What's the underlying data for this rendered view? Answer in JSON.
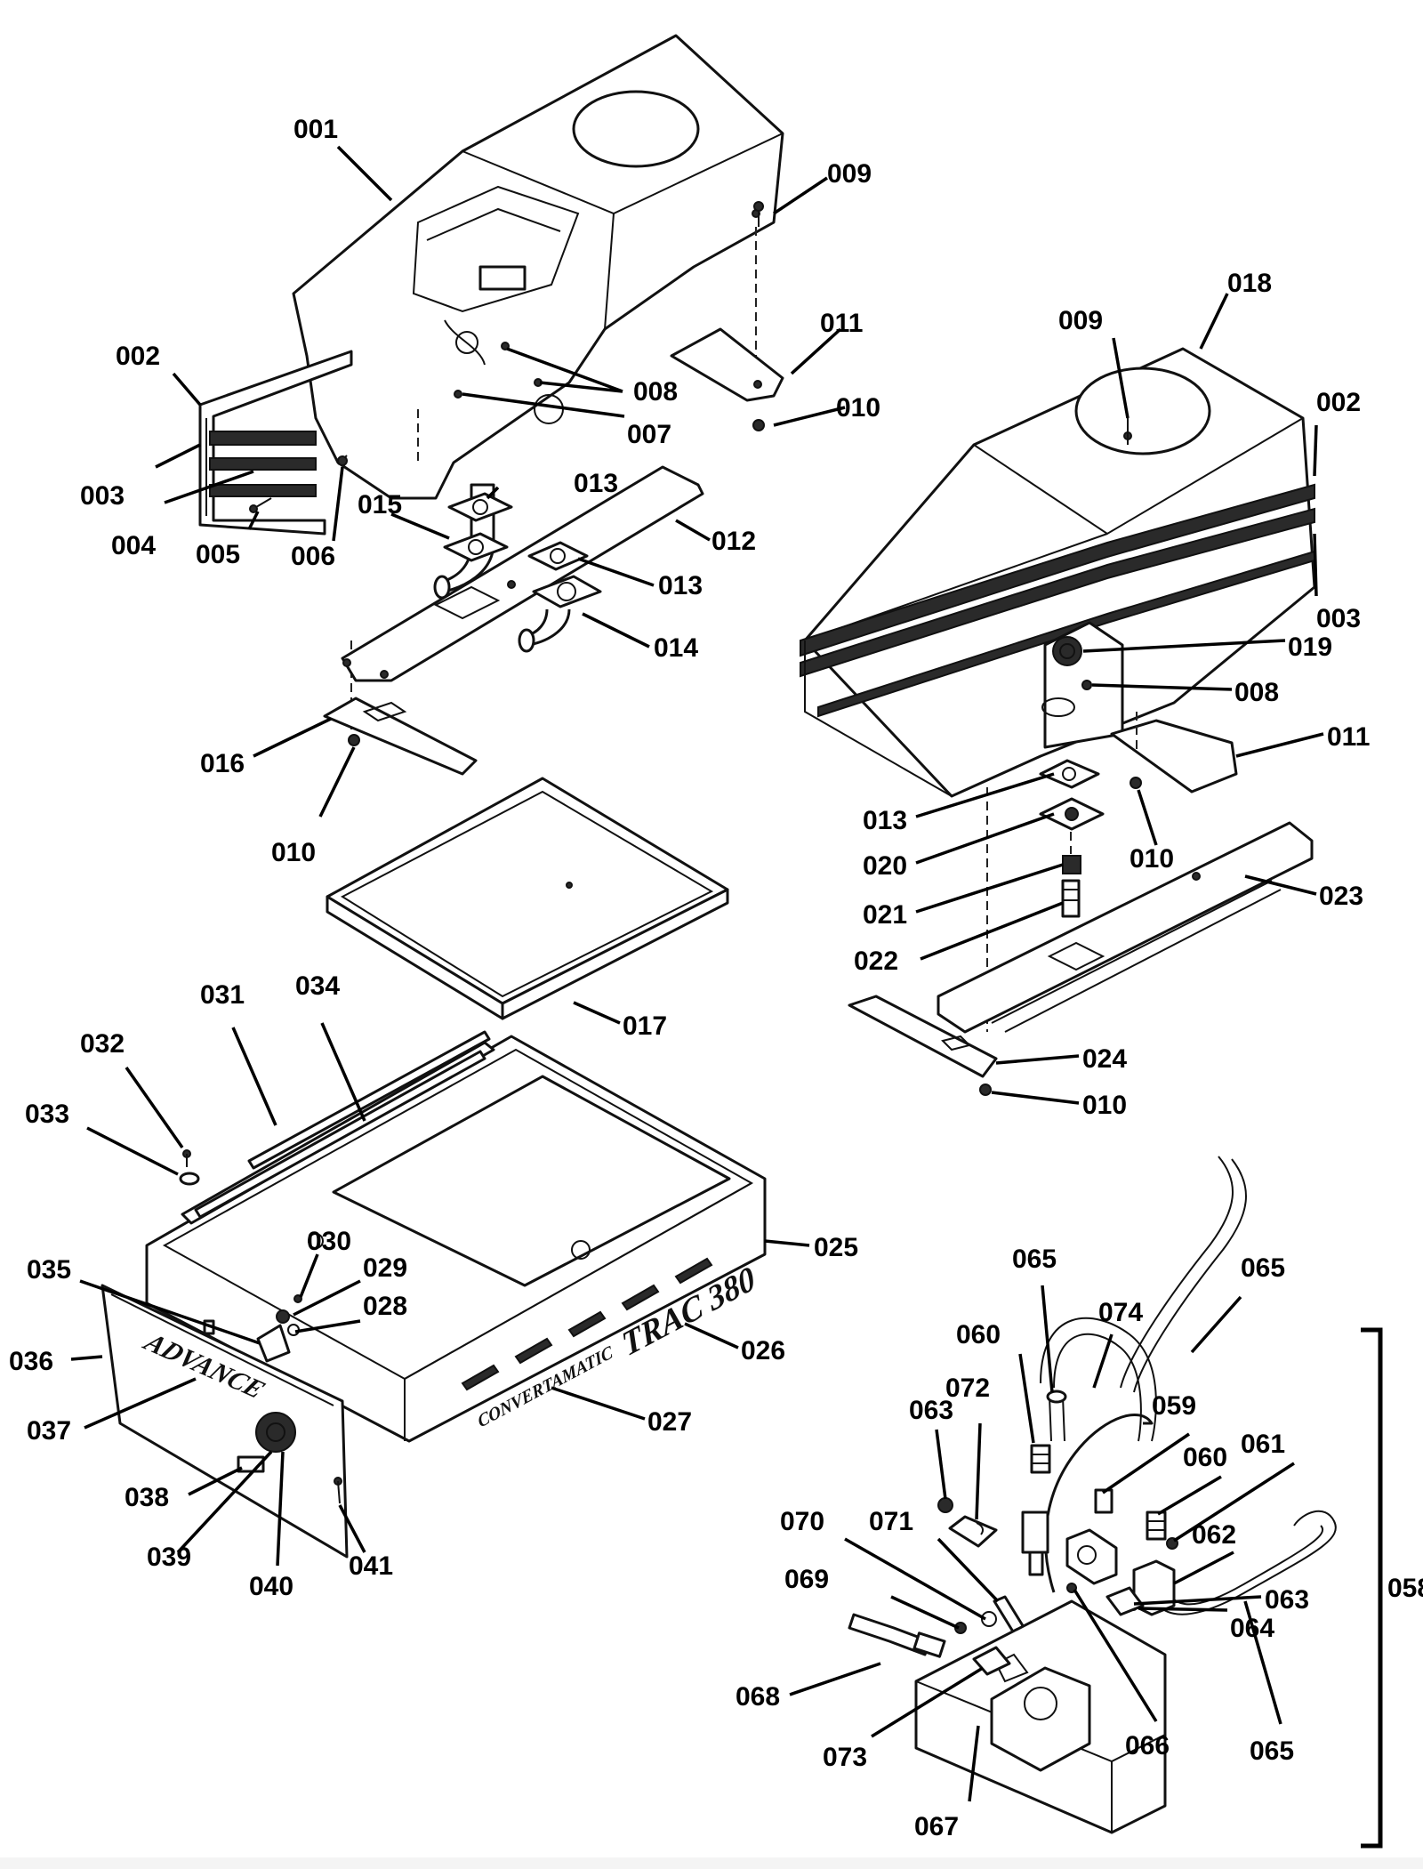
{
  "diagram": {
    "bracket_label": "058",
    "brand_marks": [
      {
        "text": "ADVANCE",
        "role": "front-panel-logo"
      },
      {
        "text": "CONVERTAMATIC",
        "role": "side-decal"
      },
      {
        "text": "TRAC 380",
        "role": "model-decal"
      }
    ],
    "callouts": [
      {
        "id": "c001",
        "label": "001"
      },
      {
        "id": "c002a",
        "label": "002"
      },
      {
        "id": "c003a",
        "label": "003"
      },
      {
        "id": "c004",
        "label": "004"
      },
      {
        "id": "c005",
        "label": "005"
      },
      {
        "id": "c006",
        "label": "006"
      },
      {
        "id": "c007",
        "label": "007"
      },
      {
        "id": "c008a",
        "label": "008"
      },
      {
        "id": "c009a",
        "label": "009"
      },
      {
        "id": "c010a",
        "label": "010"
      },
      {
        "id": "c011a",
        "label": "011"
      },
      {
        "id": "c012",
        "label": "012"
      },
      {
        "id": "c013a",
        "label": "013"
      },
      {
        "id": "c013b",
        "label": "013"
      },
      {
        "id": "c014",
        "label": "014"
      },
      {
        "id": "c015",
        "label": "015"
      },
      {
        "id": "c016",
        "label": "016"
      },
      {
        "id": "c010b",
        "label": "010"
      },
      {
        "id": "c017",
        "label": "017"
      },
      {
        "id": "c009b",
        "label": "009"
      },
      {
        "id": "c018",
        "label": "018"
      },
      {
        "id": "c002b",
        "label": "002"
      },
      {
        "id": "c003b",
        "label": "003"
      },
      {
        "id": "c019",
        "label": "019"
      },
      {
        "id": "c008b",
        "label": "008"
      },
      {
        "id": "c011b",
        "label": "011"
      },
      {
        "id": "c013c",
        "label": "013"
      },
      {
        "id": "c010c",
        "label": "010"
      },
      {
        "id": "c020",
        "label": "020"
      },
      {
        "id": "c021",
        "label": "021"
      },
      {
        "id": "c023",
        "label": "023"
      },
      {
        "id": "c022",
        "label": "022"
      },
      {
        "id": "c024",
        "label": "024"
      },
      {
        "id": "c010d",
        "label": "010"
      },
      {
        "id": "c031",
        "label": "031"
      },
      {
        "id": "c034",
        "label": "034"
      },
      {
        "id": "c032",
        "label": "032"
      },
      {
        "id": "c033",
        "label": "033"
      },
      {
        "id": "c030",
        "label": "030"
      },
      {
        "id": "c025",
        "label": "025"
      },
      {
        "id": "c029",
        "label": "029"
      },
      {
        "id": "c035",
        "label": "035"
      },
      {
        "id": "c028",
        "label": "028"
      },
      {
        "id": "c036",
        "label": "036"
      },
      {
        "id": "c026",
        "label": "026"
      },
      {
        "id": "c037",
        "label": "037"
      },
      {
        "id": "c027",
        "label": "027"
      },
      {
        "id": "c038",
        "label": "038"
      },
      {
        "id": "c039",
        "label": "039"
      },
      {
        "id": "c040",
        "label": "040"
      },
      {
        "id": "c041",
        "label": "041"
      },
      {
        "id": "c065a",
        "label": "065"
      },
      {
        "id": "c074",
        "label": "074"
      },
      {
        "id": "c065b",
        "label": "065"
      },
      {
        "id": "c060a",
        "label": "060"
      },
      {
        "id": "c063a",
        "label": "063"
      },
      {
        "id": "c072",
        "label": "072"
      },
      {
        "id": "c059",
        "label": "059"
      },
      {
        "id": "c060b",
        "label": "060"
      },
      {
        "id": "c061",
        "label": "061"
      },
      {
        "id": "c070",
        "label": "070"
      },
      {
        "id": "c071",
        "label": "071"
      },
      {
        "id": "c062",
        "label": "062"
      },
      {
        "id": "c069",
        "label": "069"
      },
      {
        "id": "c063b",
        "label": "063"
      },
      {
        "id": "c064",
        "label": "064"
      },
      {
        "id": "c068",
        "label": "068"
      },
      {
        "id": "c066",
        "label": "066"
      },
      {
        "id": "c073",
        "label": "073"
      },
      {
        "id": "c065c",
        "label": "065"
      },
      {
        "id": "c067",
        "label": "067"
      }
    ]
  }
}
